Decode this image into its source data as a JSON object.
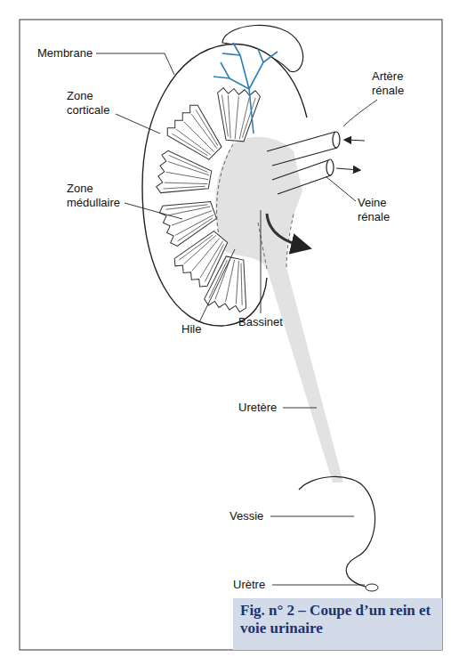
{
  "diagram": {
    "caption": "Fig. n° 2 – Coupe d’un rein et voie urinaire",
    "labels": [
      "Membrane",
      "Zone corticale",
      "Zone médullaire",
      "Artère rénale",
      "Veine rénale",
      "Hile",
      "Bassinet",
      "Uretère",
      "Vessie",
      "Urètre"
    ]
  }
}
